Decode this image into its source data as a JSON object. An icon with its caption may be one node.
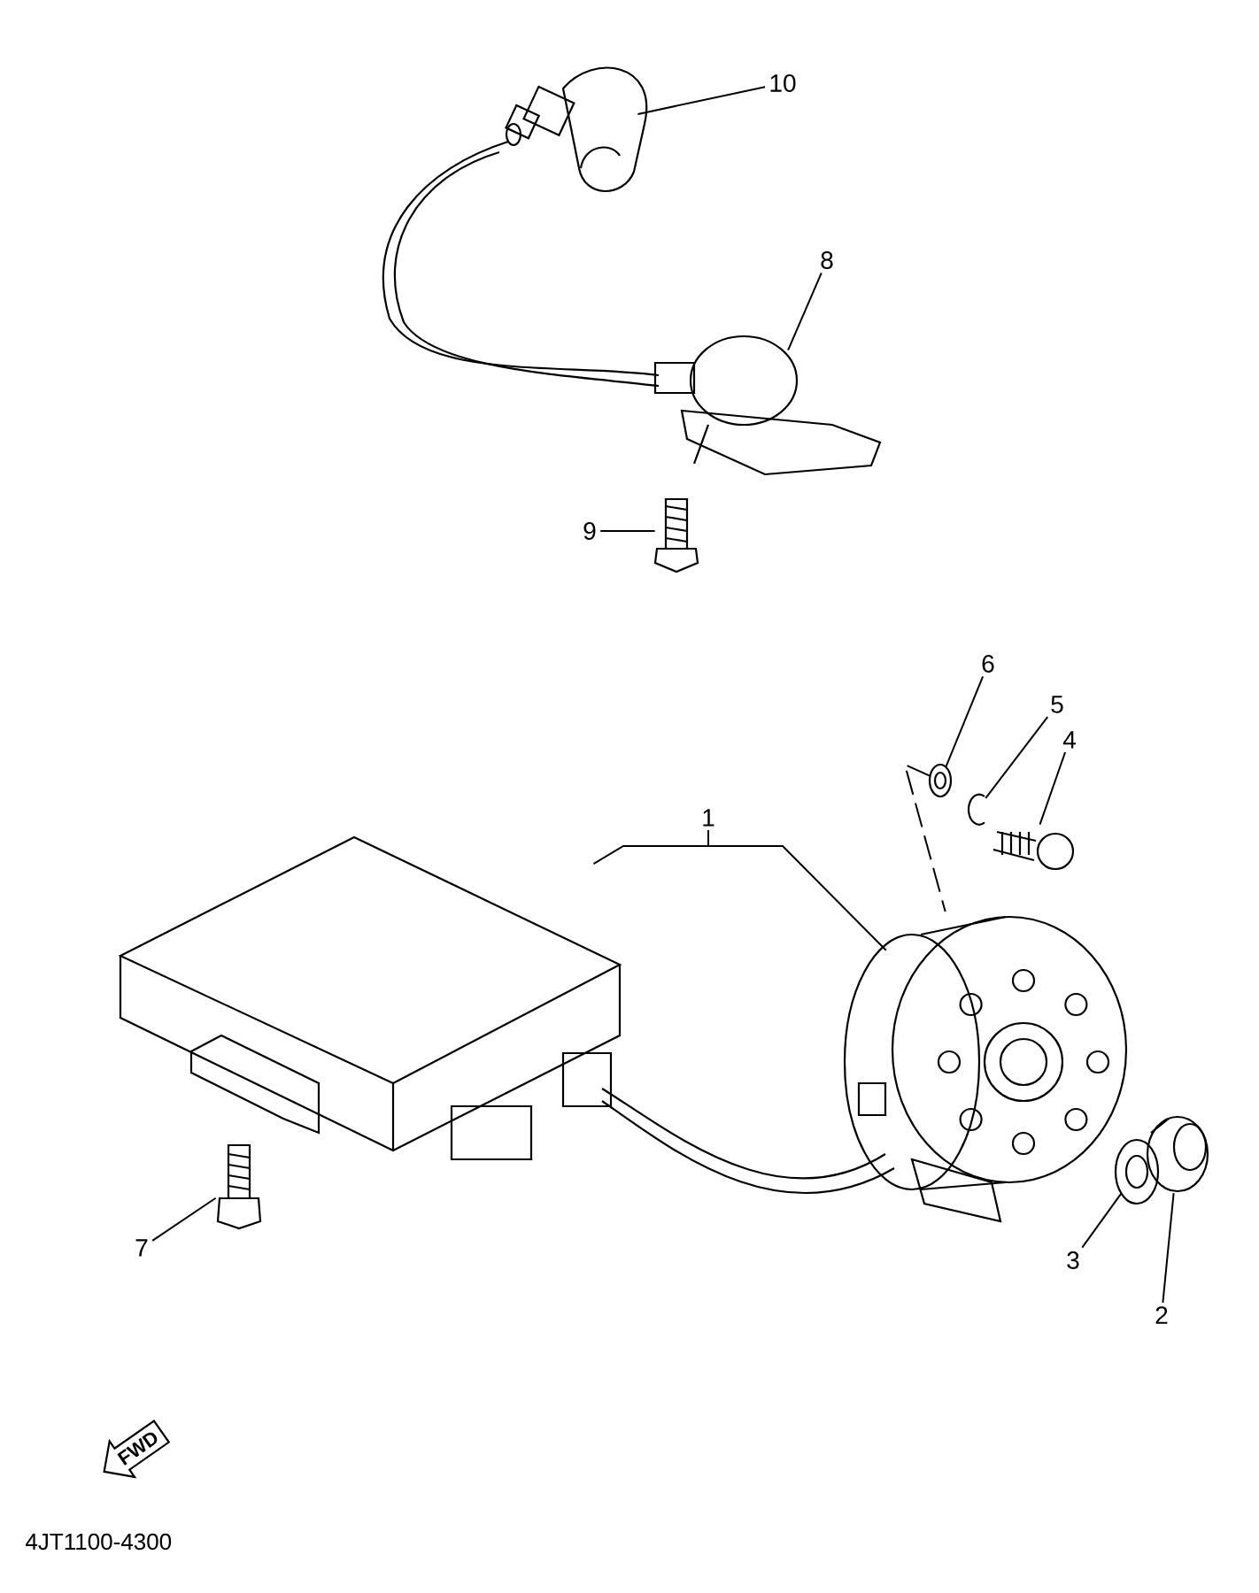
{
  "diagram": {
    "nodes": [
      {
        "text": [
          "10"
        ]
      },
      {
        "text": [],
        "shape": "picture"
      },
      {
        "text": [
          "8"
        ]
      },
      {
        "text": [],
        "shape": "picture"
      },
      {
        "text": [
          "9"
        ]
      },
      {
        "text": [],
        "shape": "picture"
      },
      {
        "text": [
          "6"
        ]
      },
      {
        "text": [],
        "shape": "picture"
      },
      {
        "text": [
          "5"
        ]
      },
      {
        "text": [],
        "shape": "picture"
      },
      {
        "text": [
          "4"
        ]
      },
      {
        "text": [],
        "shape": "picture"
      },
      {
        "text": [
          "1"
        ]
      },
      {
        "text": [],
        "shape": "picture"
      },
      {
        "text": [],
        "shape": "picture"
      },
      {
        "text": [
          "7"
        ]
      },
      {
        "text": [],
        "shape": "picture"
      },
      {
        "text": [
          "3"
        ]
      },
      {
        "text": [],
        "shape": "picture"
      },
      {
        "text": [
          "2"
        ]
      },
      {
        "text": [],
        "shape": "picture"
      },
      {
        "text": [
          "FWD"
        ]
      }
    ],
    "edges": [
      {
        "from": 0,
        "to": 1,
        "arrow": "none"
      },
      {
        "from": 2,
        "to": 3,
        "arrow": "none"
      },
      {
        "from": 4,
        "to": 5,
        "arrow": "none"
      },
      {
        "from": 6,
        "to": 7,
        "arrow": "none"
      },
      {
        "from": 8,
        "to": 9,
        "arrow": "none"
      },
      {
        "from": 10,
        "to": 11,
        "arrow": "none"
      },
      {
        "from": 12,
        "to": 13,
        "arrow": "none"
      },
      {
        "from": 12,
        "to": 14,
        "arrow": "none"
      },
      {
        "from": 15,
        "to": 16,
        "arrow": "none"
      },
      {
        "from": 17,
        "to": 18,
        "arrow": "none"
      },
      {
        "from": 19,
        "to": 20,
        "arrow": "none"
      },
      {
        "from": 7,
        "to": 14,
        "arrow": "none",
        "style": "dashed"
      }
    ],
    "labels": [
      "4JT1100-4300"
    ]
  }
}
